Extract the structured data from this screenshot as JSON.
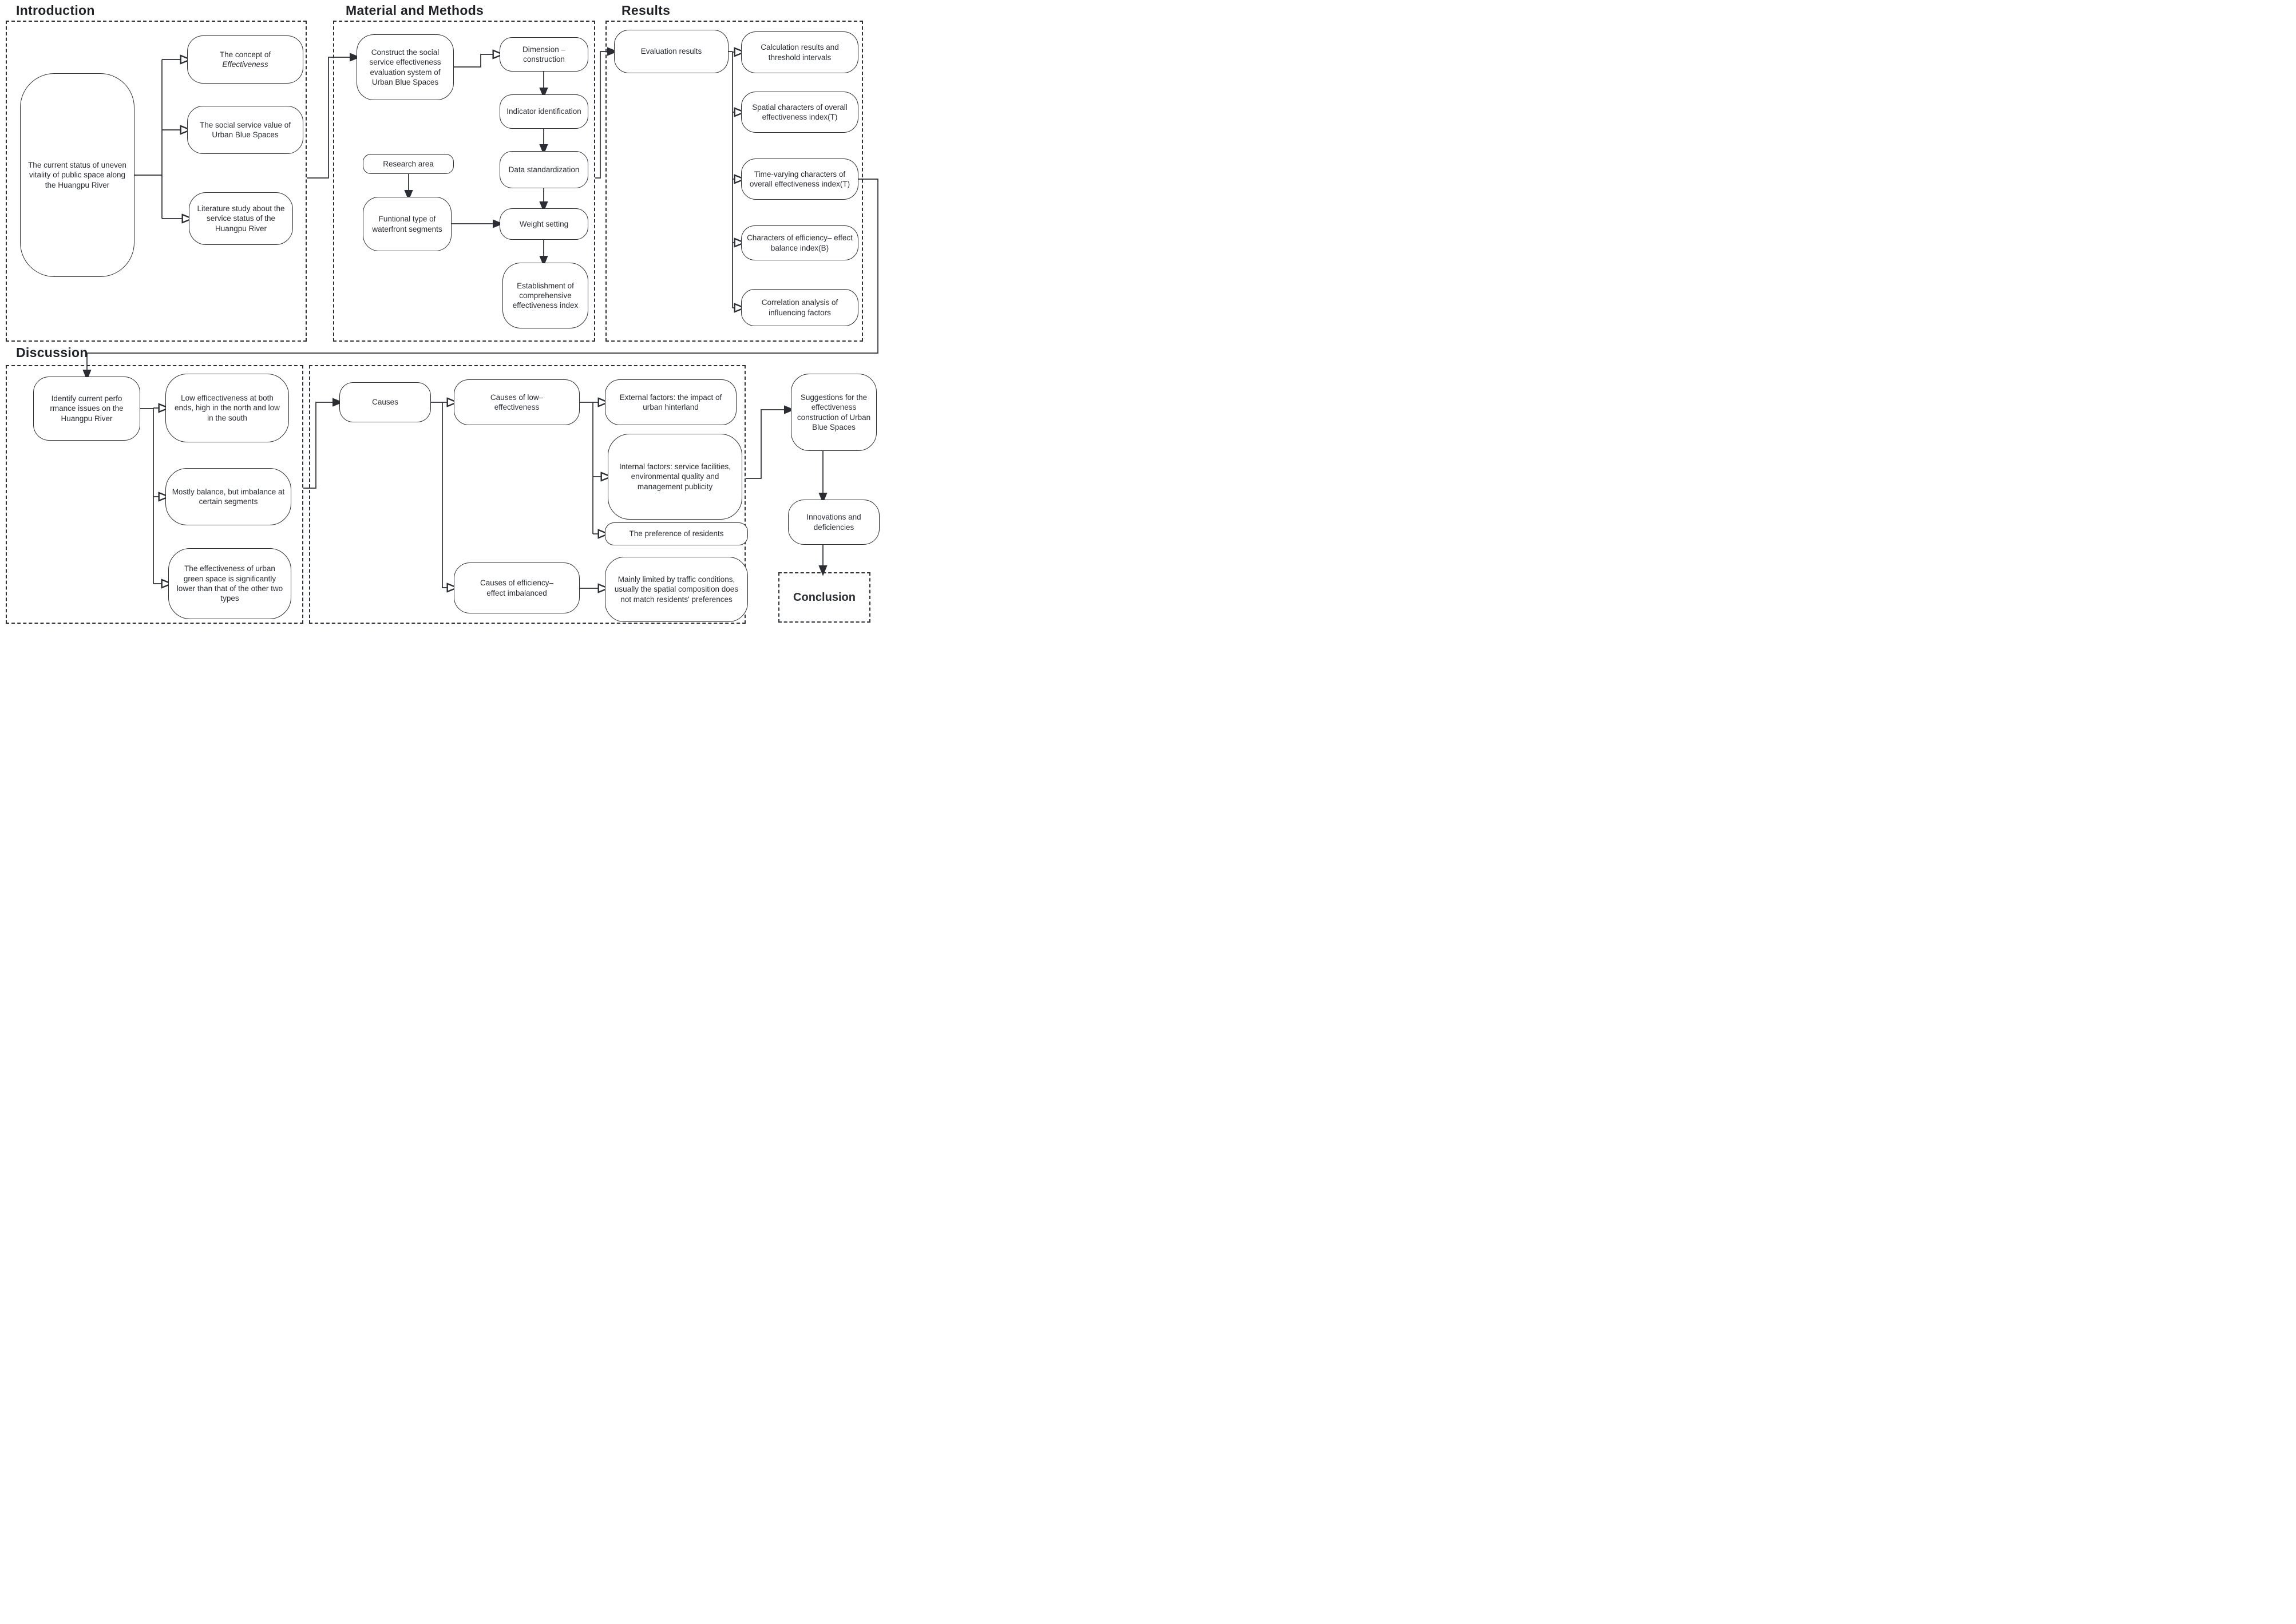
{
  "colors": {
    "ink": "#2a2e34",
    "background": "#ffffff"
  },
  "sections": {
    "introduction": {
      "title": "Introduction",
      "nodes": {
        "current_status": "The current status of uneven vitality of public space along the Huangpu River",
        "concept": {
          "line1": "The concept of",
          "line2_italic": "Effectiveness"
        },
        "social_value": "The social service value of Urban Blue Spaces",
        "literature": "Literature study about the service status of the Huangpu River"
      }
    },
    "material_methods": {
      "title": "Material and Methods",
      "nodes": {
        "construct": "Construct the social service effectiveness evaluation system of Urban Blue Spaces",
        "dimension": "Dimension – construction",
        "indicator": "Indicator identification",
        "data_standardization": "Data standardization",
        "weight_setting": "Weight setting",
        "establishment": "Establishment of comprehensive effectiveness index",
        "research_area": "Research area",
        "functional_type": "Funtional type of waterfront segments"
      }
    },
    "results": {
      "title": "Results",
      "nodes": {
        "evaluation": "Evaluation results",
        "calculation": "Calculation results and threshold intervals",
        "spatial": "Spatial characters of overall effectiveness index(T)",
        "time_varying": "Time-varying characters of overall effectiveness index(T)",
        "balance": "Characters of efficiency– effect balance index(B)",
        "correlation": "Correlation analysis of influencing factors"
      }
    },
    "discussion": {
      "title": "Discussion",
      "nodes": {
        "identify": "Identify current perfo rmance issues on the Huangpu River",
        "low_effectiveness": "Low efficectiveness at both ends, high in the north and low in the south",
        "mostly_balance": "Mostly balance, but imbalance at certain segments",
        "green_space": "The effectiveness of urban green space is significantly lower than that of the other two types",
        "causes": "Causes",
        "causes_low": "Causes of low– effectiveness",
        "causes_efficiency": "Causes of efficiency– effect imbalanced",
        "external_factors": "External factors: the impact of urban hinterland",
        "internal_factors": "Internal factors: service facilities, environmental quality and management publicity",
        "preference": "The preference of residents",
        "mainly_limited": "Mainly limited by traffic conditions, usually the spatial composition does not match residents' preferences"
      }
    },
    "conclusion": {
      "title": "Conclusion"
    }
  },
  "outcomes": {
    "suggestions": "Suggestions for the effectiveness construction of Urban Blue Spaces",
    "innovations": "Innovations and deficiencies"
  }
}
